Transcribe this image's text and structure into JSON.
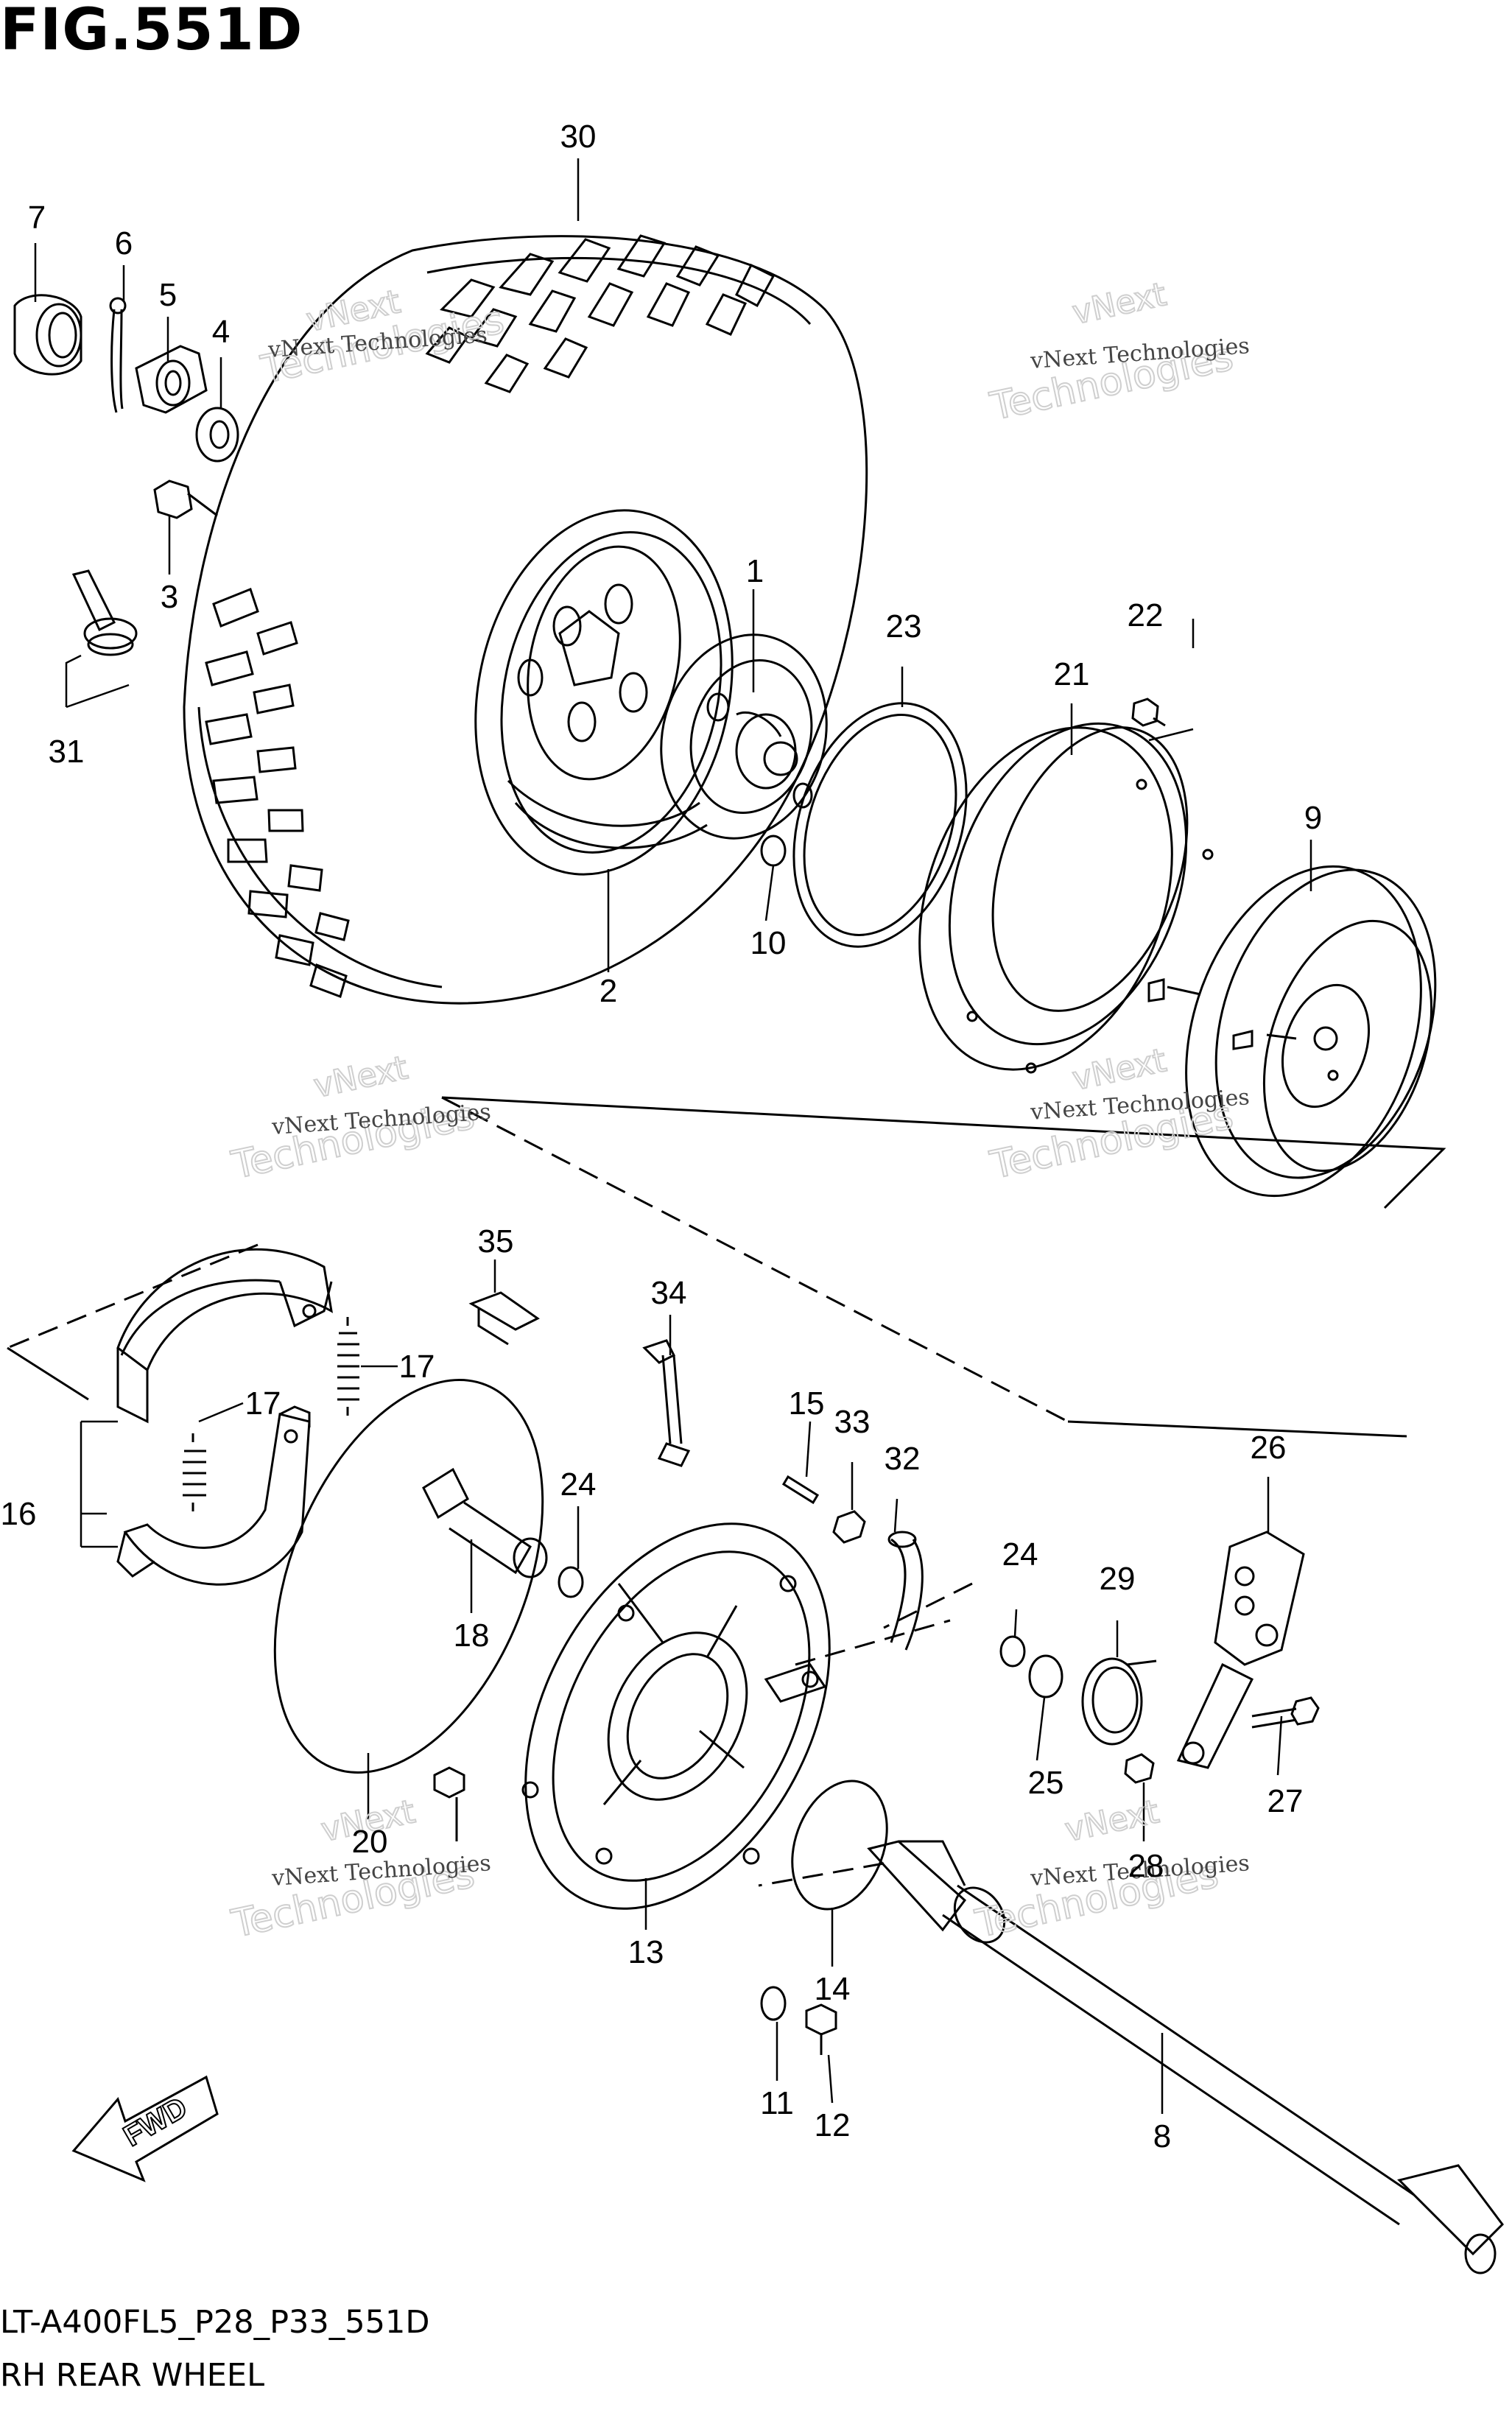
{
  "figure": {
    "title": "FIG.551D",
    "model_code": "LT-A400FL5_P28_P33_551D",
    "caption": "RH REAR WHEEL"
  },
  "watermark": {
    "company": "vNext Technologies",
    "brand": "vNext",
    "word": "Technologies"
  },
  "direction_arrow": {
    "label": "FWD"
  },
  "callouts": [
    "1",
    "2",
    "3",
    "4",
    "5",
    "6",
    "7",
    "8",
    "9",
    "10",
    "11",
    "12",
    "13",
    "14",
    "15",
    "16",
    "17",
    "17",
    "18",
    "20",
    "21",
    "22",
    "23",
    "24",
    "24",
    "25",
    "26",
    "27",
    "28",
    "29",
    "30",
    "31",
    "32",
    "33",
    "34",
    "35"
  ]
}
